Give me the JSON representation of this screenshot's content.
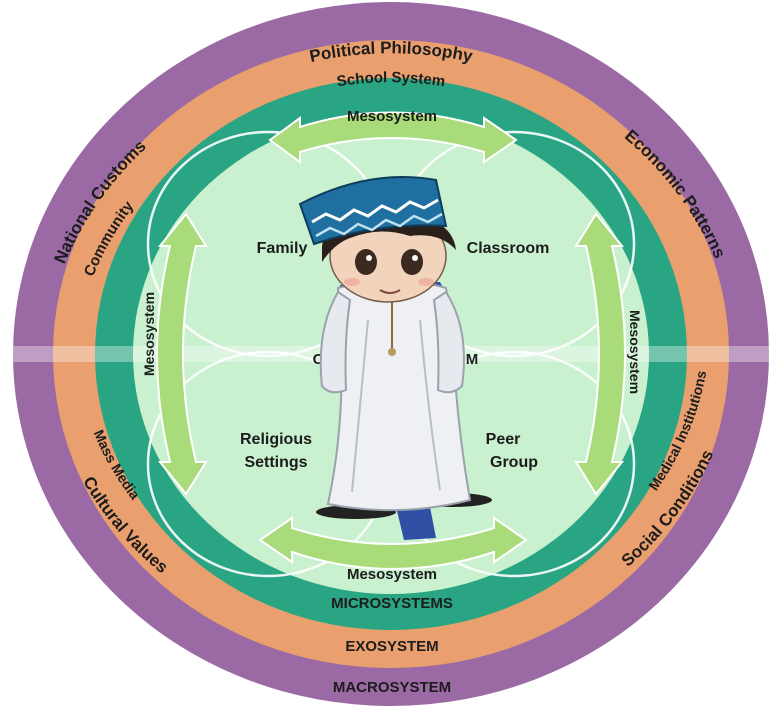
{
  "colors": {
    "macro": "#9b6aa4",
    "exo": "#e9a06e",
    "micro": "#2aa583",
    "inner": "#c9f0cf",
    "arrow": "#a9db7a",
    "text": "#1c1c1c"
  },
  "macrosystem": {
    "label": "MACROSYSTEM",
    "items": {
      "top": "Political Philosophy",
      "top_right": "Economic Patterns",
      "top_left": "National Customs",
      "bottom_left": "Cultural Values",
      "bottom_right": "Social Conditions"
    }
  },
  "exosystem": {
    "label": "EXOSYSTEM",
    "items": {
      "top": "School System",
      "left": "Community",
      "bottom_left": "Mass Media",
      "right": "Medical Institutions"
    }
  },
  "microsystems": {
    "label": "MICROSYSTEMS",
    "items": {
      "family": "Family",
      "classroom": "Classroom",
      "religious_line1": "Religious",
      "religious_line2": "Settings",
      "peer_line1": "Peer",
      "peer_line2": "Group"
    }
  },
  "mesosystem": {
    "top": "Mesosystem",
    "bottom": "Mesosystem",
    "left": "Mesosystem",
    "right": "Mesosystem"
  },
  "center": {
    "partial_left": "C",
    "partial_right": "M"
  },
  "child_figure": {
    "icon": "child-illustration-icon"
  }
}
